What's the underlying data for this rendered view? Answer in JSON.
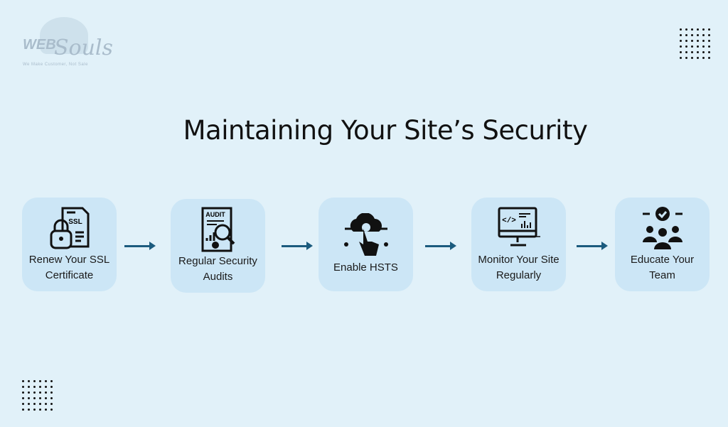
{
  "logo": {
    "brand_web": "WEB",
    "brand_souls": "Souls",
    "tagline": "We Make Customer, Not Sale"
  },
  "title": "Maintaining Your Site’s Security",
  "steps": [
    {
      "label": "Renew Your SSL Certificate",
      "icon": "ssl-certificate-lock-icon",
      "icon_text": "SSL"
    },
    {
      "label": "Regular Security Audits",
      "icon": "audit-report-magnifier-icon",
      "icon_text": "AUDIT"
    },
    {
      "label": "Enable HSTS",
      "icon": "cloud-touch-network-icon"
    },
    {
      "label": "Monitor Your Site Regularly",
      "icon": "monitor-code-chart-icon"
    },
    {
      "label": "Educate Your Team",
      "icon": "team-check-icon"
    }
  ],
  "colors": {
    "background": "#e1f1f9",
    "card": "#cce6f6",
    "arrow": "#1b5b7e"
  }
}
